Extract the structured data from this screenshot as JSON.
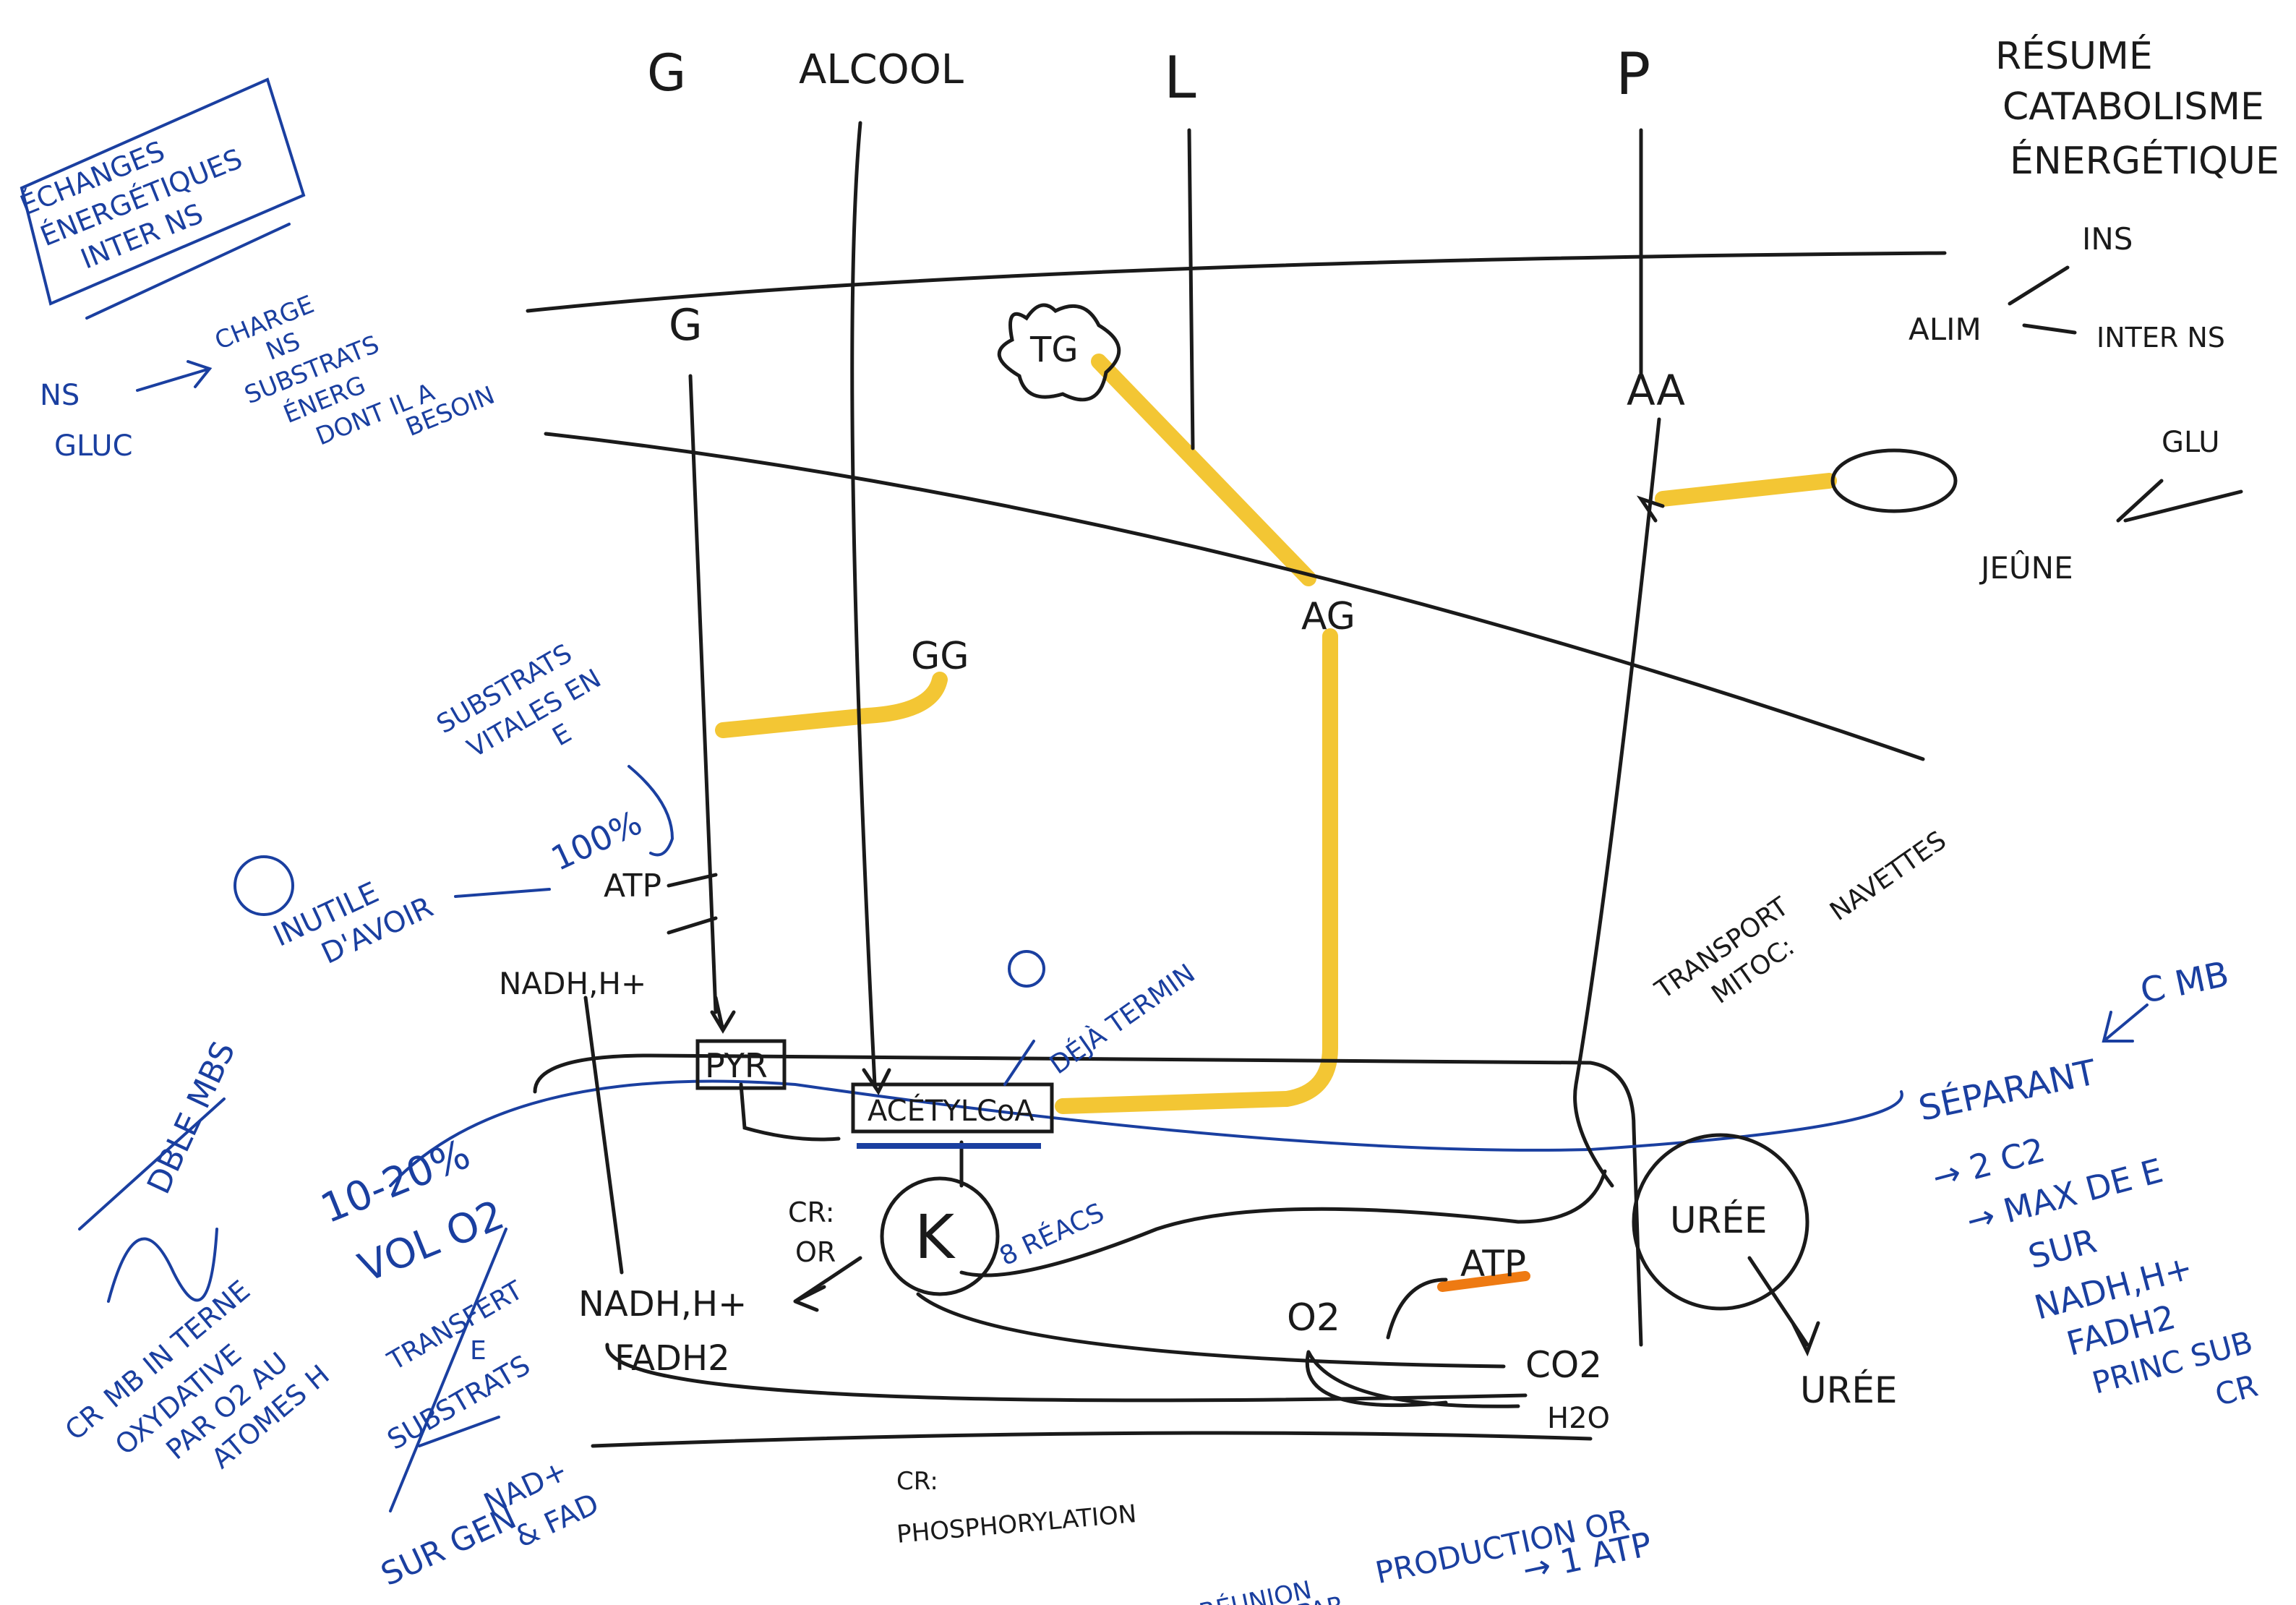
{
  "title": [
    "RÉSUMÉ",
    "CATABOLISME",
    "ÉNERGÉTIQUE"
  ],
  "sources": {
    "g": "G",
    "alcool": "ALCOOL",
    "lipid": "L",
    "protein": "P"
  },
  "nodes": {
    "g": "G",
    "tg": "TG",
    "aa": "AA",
    "ag": "AG",
    "gg": "GG",
    "atp": "ATP",
    "nadh": "NADH,H+",
    "pyr": "PYR",
    "acetylcoa": "ACÉTYLCoA",
    "krebs": "K",
    "uree_cycle": "URÉE",
    "uree": "URÉE",
    "nadh2": "NADH,H+",
    "fadh2": "FADH2",
    "o2": "O2",
    "atp2": "ATP",
    "co2": "CO2",
    "h2o": "H2O"
  },
  "notes": {
    "box": [
      "ÉCHANGES",
      "ÉNERGÉTIQUES",
      "INTER NS"
    ],
    "ns": "NS",
    "gluc": "GLUC",
    "charge": [
      "CHARGE",
      "NS",
      "SUBSTRATS",
      "ÉNERG",
      "DONT IL A",
      "BESOIN"
    ],
    "alim": "ALIM",
    "ins": "INS",
    "inter_ns": "INTER NS",
    "jeune": "JEÛNE",
    "glu": "GLU",
    "subst": [
      "SUBSTRATS",
      "VITALES EN",
      "E"
    ],
    "pct100": "100%",
    "pct10": "10-20%",
    "vol": "VOL O2",
    "inutile": [
      "INUTILE",
      "D'AVOIR"
    ],
    "dejan": "DÉJÀ TERMIN",
    "transport": [
      "TRANSPORT",
      "MITOC:",
      "NAVETTES"
    ],
    "separant": "SÉPARANT",
    "cmb": "C MB",
    "right_list": [
      "→ 2 C2",
      "→ MAX DE E",
      "SUR",
      "NADH,H+",
      "FADH2",
      "PRINC SUB",
      "CR"
    ],
    "reacs": "8 RÉACS",
    "cr_or": [
      "CR:",
      "OR"
    ],
    "dbl_mbs": "DBLE MBS",
    "cr_mb": [
      "CR",
      "MB IN TERNE",
      "OXYDATIVE",
      "PAR O2 AU",
      "ATOMES H"
    ],
    "transf": [
      "TRANSFERT",
      "E"
    ],
    "substrats": "SUBSTRATS",
    "sur_gen": [
      "SUR GEN",
      "NAD+",
      "& FAD"
    ],
    "cr_phos": [
      "CR:",
      "PHOSPHORYLATION"
    ],
    "reu": [
      "RÉUNION",
      "E PAR",
      "PRODUCTION OR",
      "→ 1 ATP"
    ]
  },
  "colors": {
    "ink": "#1a1a1a",
    "blue": "#1a3fa0",
    "highlight": "#f2c01e",
    "orange": "#ee7a12"
  }
}
